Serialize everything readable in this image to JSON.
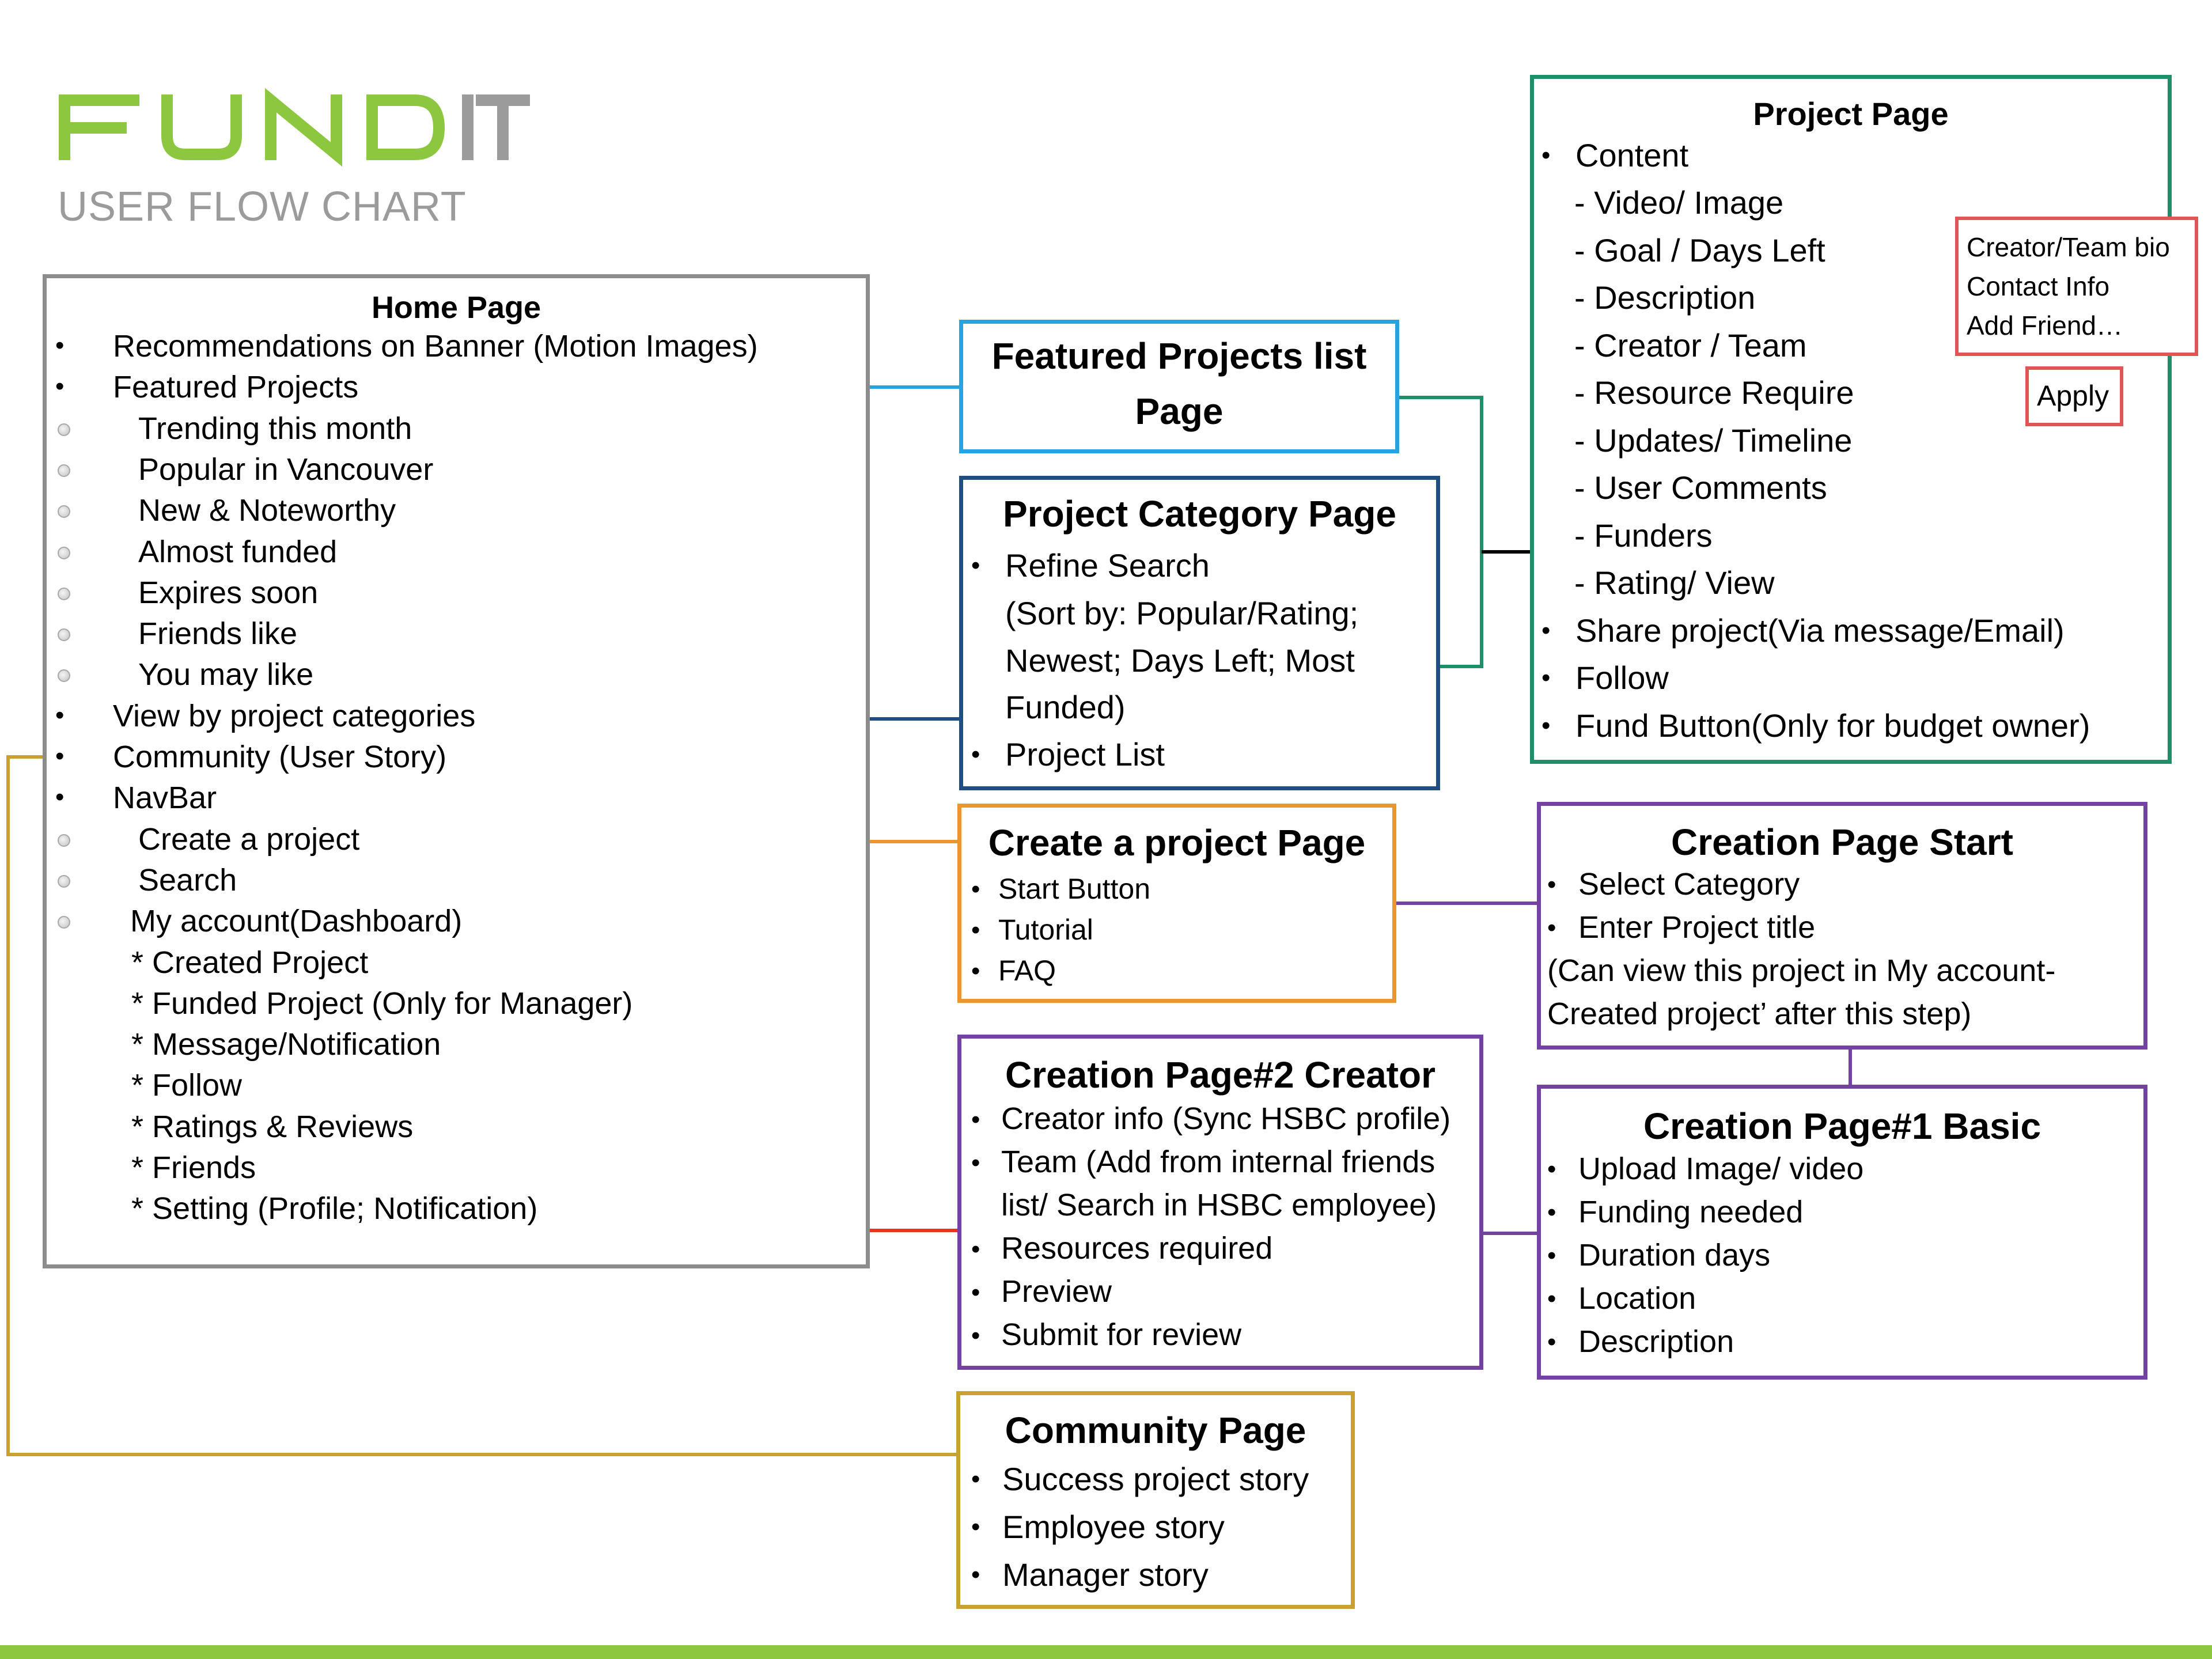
{
  "brand": {
    "logo": "FUNDIT",
    "subtitle": "USER FLOW CHART",
    "colors": {
      "green": "#8dc63f",
      "gray": "#9b9b9b"
    }
  },
  "home": {
    "title": "Home Page",
    "items": [
      {
        "text": "Recommendations on Banner (Motion Images)",
        "marker": "bullet"
      },
      {
        "text": "Featured Projects",
        "marker": "bullet"
      },
      {
        "text": "Trending this month",
        "marker": "circle"
      },
      {
        "text": "Popular in Vancouver",
        "marker": "circle"
      },
      {
        "text": "New & Noteworthy",
        "marker": "circle"
      },
      {
        "text": "Almost funded",
        "marker": "circle"
      },
      {
        "text": "Expires soon",
        "marker": "circle"
      },
      {
        "text": "Friends like",
        "marker": "circle"
      },
      {
        "text": "You may like",
        "marker": "circle"
      },
      {
        "text": "View by project categories",
        "marker": "bullet"
      },
      {
        "text": "Community (User Story)",
        "marker": "bullet"
      },
      {
        "text": "NavBar",
        "marker": "bullet"
      },
      {
        "text": "Create a project",
        "marker": "circle"
      },
      {
        "text": "Search",
        "marker": "circle"
      },
      {
        "text": "My account(Dashboard)",
        "marker": "circle"
      },
      {
        "text": "* Created Project",
        "marker": "none"
      },
      {
        "text": "* Funded Project (Only for Manager)",
        "marker": "none"
      },
      {
        "text": "* Message/Notification",
        "marker": "none"
      },
      {
        "text": "* Follow",
        "marker": "none"
      },
      {
        "text": "* Ratings & Reviews",
        "marker": "none"
      },
      {
        "text": "* Friends",
        "marker": "none"
      },
      {
        "text": "* Setting (Profile; Notification)",
        "marker": "none"
      }
    ]
  },
  "featured": {
    "title_line1": "Featured Projects list",
    "title_line2": "Page"
  },
  "category": {
    "title": "Project Category Page",
    "items": [
      "Refine Search",
      "(Sort by: Popular/Rating;",
      "Newest; Days Left; Most",
      "Funded)",
      "Project List"
    ]
  },
  "create_project": {
    "title": "Create a project Page",
    "items": [
      "Start Button",
      "Tutorial",
      "FAQ"
    ]
  },
  "creation2": {
    "title": "Creation Page#2 Creator",
    "items": [
      "Creator info (Sync HSBC profile)",
      "Team (Add from internal friends",
      "list/ Search in HSBC employee)",
      "Resources required",
      "Preview",
      "Submit for review"
    ]
  },
  "community": {
    "title": "Community Page",
    "items": [
      "Success project story",
      "Employee story",
      "Manager story"
    ]
  },
  "project": {
    "title": "Project Page",
    "items": [
      "Content",
      "- Video/ Image",
      "- Goal / Days Left",
      "- Description",
      "- Creator / Team",
      "- Resource Require",
      "- Updates/ Timeline",
      "- User Comments",
      "- Funders",
      "- Rating/ View",
      "Share project(Via message/Email)",
      "Follow",
      "Fund Button(Only for budget owner)"
    ]
  },
  "creator_bio": {
    "items": [
      "Creator/Team bio",
      "Contact Info",
      "Add Friend…"
    ]
  },
  "apply": {
    "label": "Apply"
  },
  "creation_start": {
    "title": "Creation Page Start",
    "items": [
      "Select Category",
      "Enter Project title",
      "(Can view this project in My account-",
      "Created project’ after this step)"
    ]
  },
  "creation1": {
    "title": "Creation Page#1 Basic",
    "items": [
      "Upload Image/ video",
      "Funding needed",
      "Duration days",
      "Location",
      "Description"
    ]
  },
  "connector_colors": {
    "featured": "#29a3e0",
    "category": "#1f4e82",
    "create": "#e99530",
    "created_arrow": "#e8341c",
    "community": "#caa030",
    "project": "#1f8f6a",
    "purple": "#7442a0",
    "red": "#e05656"
  }
}
